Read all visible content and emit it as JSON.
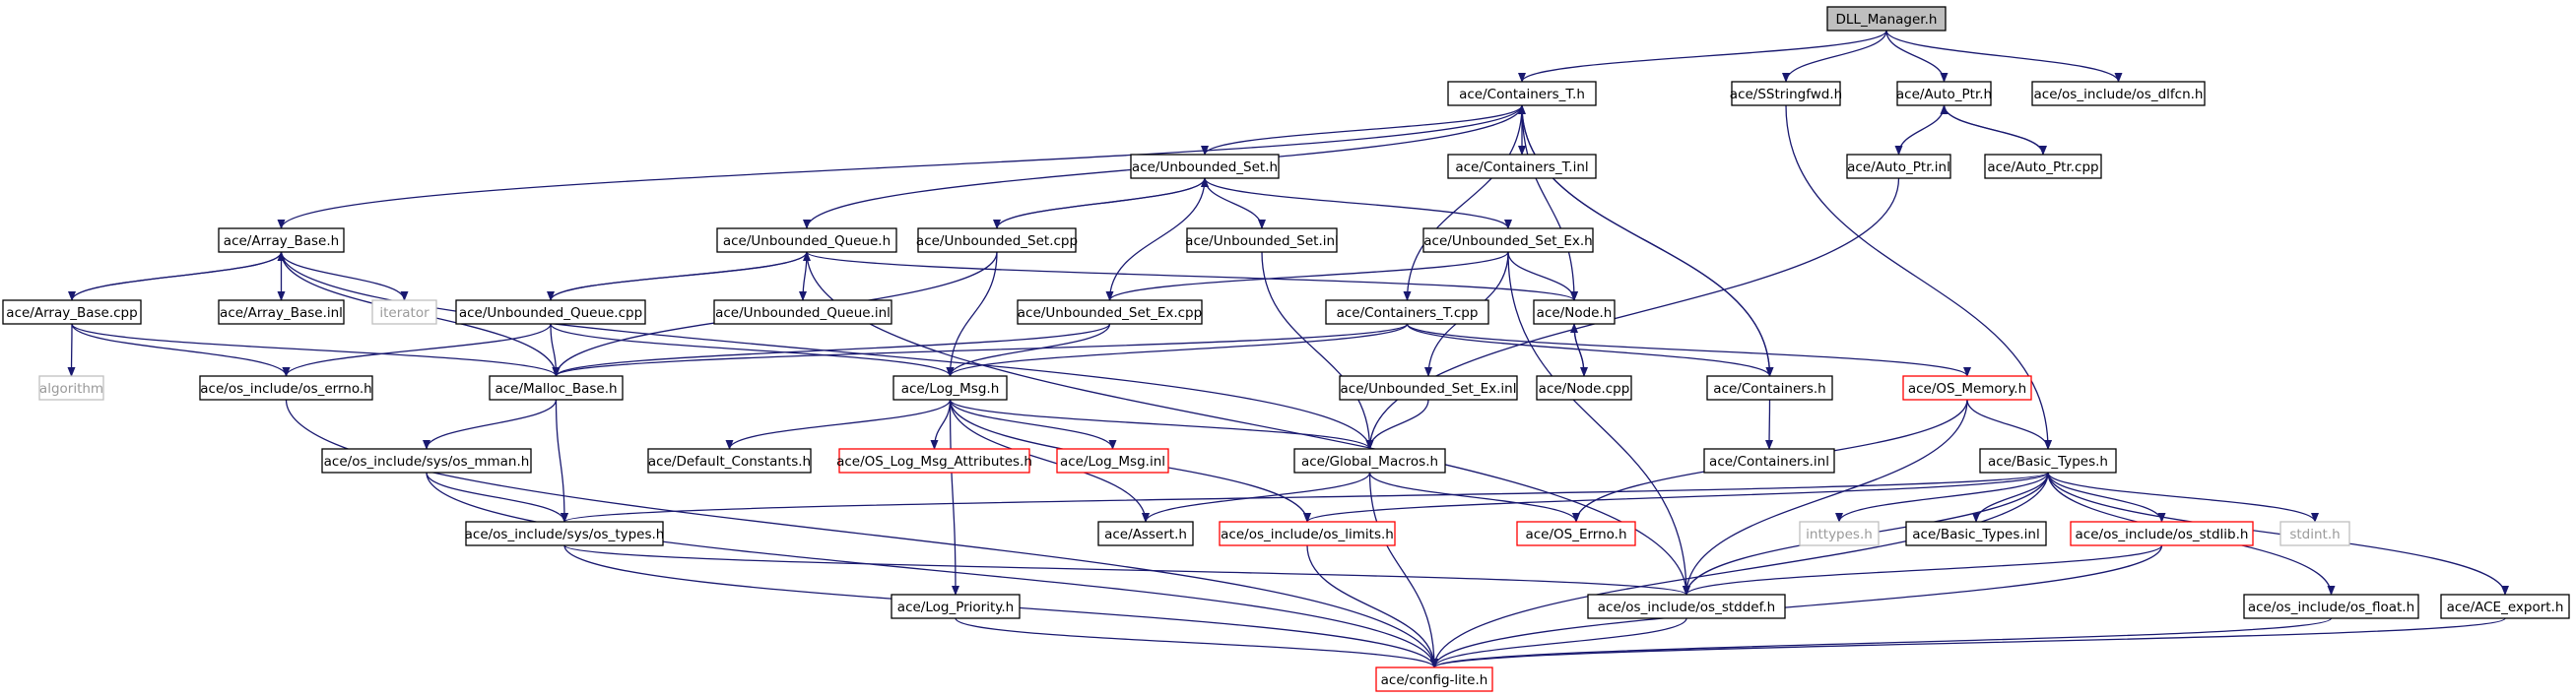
{
  "diagram": {
    "nodes": [
      {
        "id": "dll_manager",
        "label": "DLL_Manager.h",
        "style": "root"
      },
      {
        "id": "containers_t_h",
        "label": "ace/Containers_T.h",
        "style": "normal"
      },
      {
        "id": "sstringfwd",
        "label": "ace/SStringfwd.h",
        "style": "normal"
      },
      {
        "id": "auto_ptr_h",
        "label": "ace/Auto_Ptr.h",
        "style": "normal"
      },
      {
        "id": "os_dlfcn",
        "label": "ace/os_include/os_dlfcn.h",
        "style": "normal"
      },
      {
        "id": "unbounded_set_h",
        "label": "ace/Unbounded_Set.h",
        "style": "normal"
      },
      {
        "id": "containers_t_inl",
        "label": "ace/Containers_T.inl",
        "style": "normal"
      },
      {
        "id": "auto_ptr_inl",
        "label": "ace/Auto_Ptr.inl",
        "style": "normal"
      },
      {
        "id": "auto_ptr_cpp",
        "label": "ace/Auto_Ptr.cpp",
        "style": "normal"
      },
      {
        "id": "array_base_h",
        "label": "ace/Array_Base.h",
        "style": "normal"
      },
      {
        "id": "unbounded_queue_h",
        "label": "ace/Unbounded_Queue.h",
        "style": "normal"
      },
      {
        "id": "unbounded_set_cpp",
        "label": "ace/Unbounded_Set.cpp",
        "style": "normal"
      },
      {
        "id": "unbounded_set_inl",
        "label": "ace/Unbounded_Set.inl",
        "style": "normal"
      },
      {
        "id": "unbounded_set_ex_h",
        "label": "ace/Unbounded_Set_Ex.h",
        "style": "normal"
      },
      {
        "id": "array_base_cpp",
        "label": "ace/Array_Base.cpp",
        "style": "normal"
      },
      {
        "id": "array_base_inl",
        "label": "ace/Array_Base.inl",
        "style": "normal"
      },
      {
        "id": "iterator",
        "label": "iterator",
        "style": "gray"
      },
      {
        "id": "unbounded_queue_cpp",
        "label": "ace/Unbounded_Queue.cpp",
        "style": "normal"
      },
      {
        "id": "unbounded_queue_inl",
        "label": "ace/Unbounded_Queue.inl",
        "style": "normal"
      },
      {
        "id": "unbounded_set_ex_cpp",
        "label": "ace/Unbounded_Set_Ex.cpp",
        "style": "normal"
      },
      {
        "id": "containers_t_cpp",
        "label": "ace/Containers_T.cpp",
        "style": "normal"
      },
      {
        "id": "node_h",
        "label": "ace/Node.h",
        "style": "normal"
      },
      {
        "id": "algorithm",
        "label": "algorithm",
        "style": "gray"
      },
      {
        "id": "os_errno",
        "label": "ace/os_include/os_errno.h",
        "style": "normal"
      },
      {
        "id": "malloc_base",
        "label": "ace/Malloc_Base.h",
        "style": "normal"
      },
      {
        "id": "log_msg_h",
        "label": "ace/Log_Msg.h",
        "style": "normal"
      },
      {
        "id": "unbounded_set_ex_inl",
        "label": "ace/Unbounded_Set_Ex.inl",
        "style": "normal"
      },
      {
        "id": "node_cpp",
        "label": "ace/Node.cpp",
        "style": "normal"
      },
      {
        "id": "containers_h",
        "label": "ace/Containers.h",
        "style": "normal"
      },
      {
        "id": "os_memory",
        "label": "ace/OS_Memory.h",
        "style": "red"
      },
      {
        "id": "os_mman",
        "label": "ace/os_include/sys/os_mman.h",
        "style": "normal"
      },
      {
        "id": "default_constants",
        "label": "ace/Default_Constants.h",
        "style": "normal"
      },
      {
        "id": "os_log_msg_attr",
        "label": "ace/OS_Log_Msg_Attributes.h",
        "style": "red"
      },
      {
        "id": "log_msg_inl",
        "label": "ace/Log_Msg.inl",
        "style": "red"
      },
      {
        "id": "global_macros",
        "label": "ace/Global_Macros.h",
        "style": "normal"
      },
      {
        "id": "containers_inl",
        "label": "ace/Containers.inl",
        "style": "normal"
      },
      {
        "id": "basic_types_h",
        "label": "ace/Basic_Types.h",
        "style": "normal"
      },
      {
        "id": "os_types",
        "label": "ace/os_include/sys/os_types.h",
        "style": "normal"
      },
      {
        "id": "assert_h",
        "label": "ace/Assert.h",
        "style": "normal"
      },
      {
        "id": "os_limits",
        "label": "ace/os_include/os_limits.h",
        "style": "red"
      },
      {
        "id": "os_errno_h",
        "label": "ace/OS_Errno.h",
        "style": "red"
      },
      {
        "id": "inttypes",
        "label": "inttypes.h",
        "style": "gray"
      },
      {
        "id": "basic_types_inl",
        "label": "ace/Basic_Types.inl",
        "style": "normal"
      },
      {
        "id": "os_stdlib",
        "label": "ace/os_include/os_stdlib.h",
        "style": "red"
      },
      {
        "id": "stdint",
        "label": "stdint.h",
        "style": "gray"
      },
      {
        "id": "log_priority",
        "label": "ace/Log_Priority.h",
        "style": "normal"
      },
      {
        "id": "os_stddef",
        "label": "ace/os_include/os_stddef.h",
        "style": "normal"
      },
      {
        "id": "os_float",
        "label": "ace/os_include/os_float.h",
        "style": "normal"
      },
      {
        "id": "ace_export",
        "label": "ace/ACE_export.h",
        "style": "normal"
      },
      {
        "id": "config_lite",
        "label": "ace/config-lite.h",
        "style": "red"
      }
    ],
    "edges": [
      [
        "dll_manager",
        "containers_t_h"
      ],
      [
        "dll_manager",
        "sstringfwd"
      ],
      [
        "dll_manager",
        "auto_ptr_h"
      ],
      [
        "dll_manager",
        "os_dlfcn"
      ],
      [
        "containers_t_h",
        "unbounded_set_h"
      ],
      [
        "containers_t_h",
        "containers_t_inl"
      ],
      [
        "containers_t_h",
        "array_base_h"
      ],
      [
        "containers_t_h",
        "unbounded_queue_h"
      ],
      [
        "containers_t_h",
        "containers_t_cpp"
      ],
      [
        "containers_t_h",
        "node_h"
      ],
      [
        "containers_t_h",
        "containers_h"
      ],
      [
        "auto_ptr_h",
        "auto_ptr_inl"
      ],
      [
        "auto_ptr_h",
        "auto_ptr_cpp"
      ],
      [
        "auto_ptr_cpp",
        "auto_ptr_h"
      ],
      [
        "unbounded_set_h",
        "unbounded_set_cpp"
      ],
      [
        "unbounded_set_h",
        "unbounded_set_inl"
      ],
      [
        "unbounded_set_h",
        "unbounded_set_ex_h"
      ],
      [
        "unbounded_set_cpp",
        "unbounded_set_h"
      ],
      [
        "array_base_h",
        "array_base_cpp"
      ],
      [
        "array_base_h",
        "array_base_inl"
      ],
      [
        "array_base_h",
        "iterator"
      ],
      [
        "array_base_h",
        "malloc_base"
      ],
      [
        "array_base_h",
        "global_macros"
      ],
      [
        "array_base_cpp",
        "array_base_h"
      ],
      [
        "array_base_cpp",
        "algorithm"
      ],
      [
        "array_base_cpp",
        "os_errno"
      ],
      [
        "array_base_cpp",
        "malloc_base"
      ],
      [
        "unbounded_queue_h",
        "unbounded_queue_cpp"
      ],
      [
        "unbounded_queue_h",
        "unbounded_queue_inl"
      ],
      [
        "unbounded_queue_h",
        "node_h"
      ],
      [
        "unbounded_queue_h",
        "os_stddef"
      ],
      [
        "unbounded_queue_cpp",
        "unbounded_queue_h"
      ],
      [
        "unbounded_queue_cpp",
        "malloc_base"
      ],
      [
        "unbounded_queue_cpp",
        "log_msg_h"
      ],
      [
        "unbounded_queue_cpp",
        "os_errno"
      ],
      [
        "unbounded_set_cpp",
        "malloc_base"
      ],
      [
        "unbounded_set_cpp",
        "log_msg_h"
      ],
      [
        "unbounded_set_ex_h",
        "unbounded_set_ex_cpp"
      ],
      [
        "unbounded_set_ex_h",
        "node_h"
      ],
      [
        "unbounded_set_ex_h",
        "unbounded_set_ex_inl"
      ],
      [
        "unbounded_set_ex_h",
        "os_stddef"
      ],
      [
        "unbounded_set_ex_cpp",
        "unbounded_set_h"
      ],
      [
        "unbounded_set_ex_cpp",
        "malloc_base"
      ],
      [
        "unbounded_set_ex_cpp",
        "log_msg_h"
      ],
      [
        "unbounded_set_inl",
        "global_macros"
      ],
      [
        "unbounded_set_ex_inl",
        "global_macros"
      ],
      [
        "containers_t_cpp",
        "log_msg_h"
      ],
      [
        "containers_t_cpp",
        "malloc_base"
      ],
      [
        "containers_t_cpp",
        "containers_h"
      ],
      [
        "containers_t_cpp",
        "os_memory"
      ],
      [
        "node_h",
        "node_cpp"
      ],
      [
        "node_cpp",
        "node_h"
      ],
      [
        "containers_h",
        "containers_t_h"
      ],
      [
        "containers_h",
        "containers_inl"
      ],
      [
        "malloc_base",
        "os_mman"
      ],
      [
        "malloc_base",
        "os_types"
      ],
      [
        "os_mman",
        "os_types"
      ],
      [
        "os_mman",
        "config_lite"
      ],
      [
        "os_errno",
        "config_lite"
      ],
      [
        "log_msg_h",
        "default_constants"
      ],
      [
        "log_msg_h",
        "os_log_msg_attr"
      ],
      [
        "log_msg_h",
        "log_msg_inl"
      ],
      [
        "log_msg_h",
        "global_macros"
      ],
      [
        "log_msg_h",
        "assert_h"
      ],
      [
        "log_msg_h",
        "os_limits"
      ],
      [
        "log_msg_h",
        "log_priority"
      ],
      [
        "global_macros",
        "assert_h"
      ],
      [
        "global_macros",
        "os_errno_h"
      ],
      [
        "global_macros",
        "config_lite"
      ],
      [
        "os_memory",
        "basic_types_h"
      ],
      [
        "os_memory",
        "os_errno_h"
      ],
      [
        "os_memory",
        "os_stddef"
      ],
      [
        "auto_ptr_inl",
        "global_macros"
      ],
      [
        "sstringfwd",
        "basic_types_h"
      ],
      [
        "basic_types_h",
        "os_types"
      ],
      [
        "basic_types_h",
        "os_limits"
      ],
      [
        "basic_types_h",
        "inttypes"
      ],
      [
        "basic_types_h",
        "basic_types_inl"
      ],
      [
        "basic_types_h",
        "os_stdlib"
      ],
      [
        "basic_types_h",
        "stdint"
      ],
      [
        "basic_types_h",
        "os_float"
      ],
      [
        "basic_types_h",
        "ace_export"
      ],
      [
        "basic_types_h",
        "os_stddef"
      ],
      [
        "basic_types_h",
        "config_lite"
      ],
      [
        "os_types",
        "os_stddef"
      ],
      [
        "os_types",
        "config_lite"
      ],
      [
        "os_limits",
        "config_lite"
      ],
      [
        "os_stdlib",
        "os_stddef"
      ],
      [
        "os_stdlib",
        "config_lite"
      ],
      [
        "os_stddef",
        "config_lite"
      ],
      [
        "log_priority",
        "config_lite"
      ],
      [
        "os_float",
        "config_lite"
      ],
      [
        "ace_export",
        "config_lite"
      ]
    ]
  },
  "colors": {
    "edge": "#191970",
    "root_fill": "#bfbfbf",
    "red_border": "#ff0000",
    "gray_border": "#bfbfbf"
  }
}
